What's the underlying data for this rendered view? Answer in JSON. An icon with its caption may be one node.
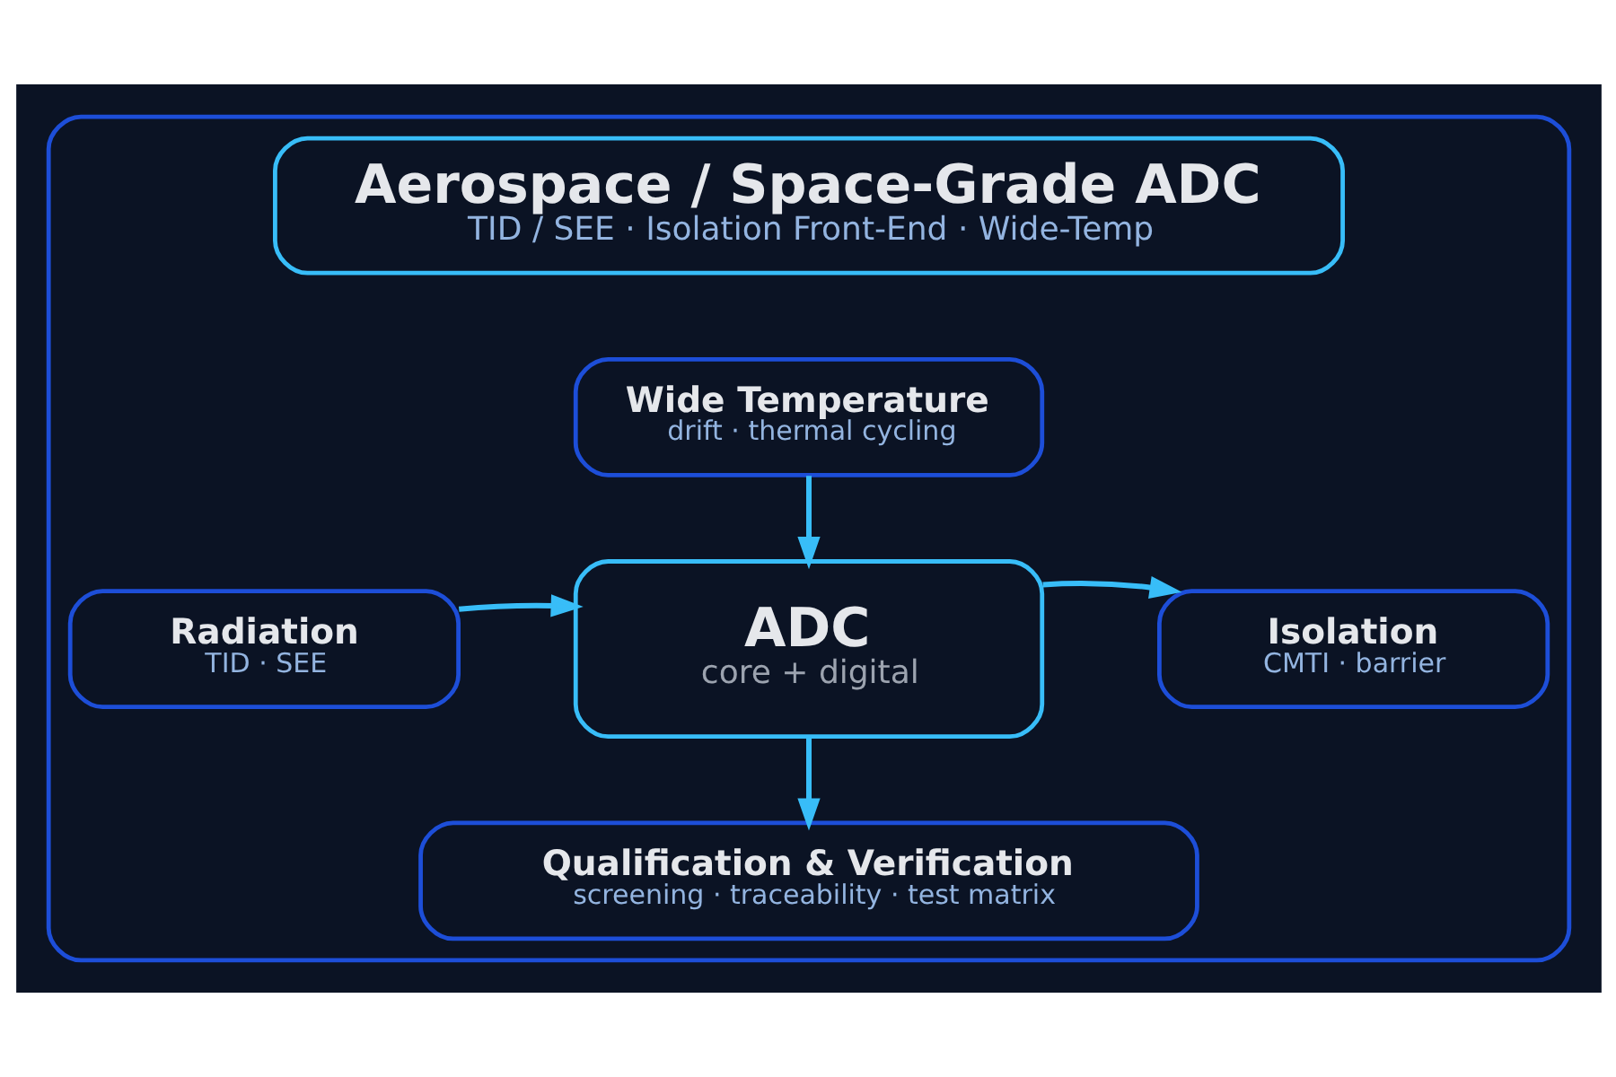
{
  "diagram": {
    "nodes": [
      {
        "text": [],
        "shape": "box"
      },
      {
        "text": [
          "Aerospace / Space-Grade ADC",
          "TID / SEE · Isolation Front-End · Wide-Temp"
        ],
        "in": 0
      },
      {
        "text": [
          "Wide Temperature",
          "drift · thermal cycling"
        ],
        "in": 0
      },
      {
        "text": [
          "Radiation",
          "TID · SEE"
        ],
        "in": 0
      },
      {
        "text": [
          "ADC",
          "core + digital"
        ],
        "in": 0
      },
      {
        "text": [
          "Isolation",
          "CMTI · barrier"
        ],
        "in": 0
      },
      {
        "text": [
          "Qualification & Verification",
          "screening · traceability · test matrix"
        ],
        "in": 0
      }
    ],
    "edges": [
      {
        "from": 2,
        "to": 4,
        "arrow": "to"
      },
      {
        "from": 3,
        "to": 4,
        "arrow": "to"
      },
      {
        "from": 4,
        "to": 5,
        "arrow": "to"
      },
      {
        "from": 4,
        "to": 6,
        "arrow": "to"
      }
    ]
  }
}
